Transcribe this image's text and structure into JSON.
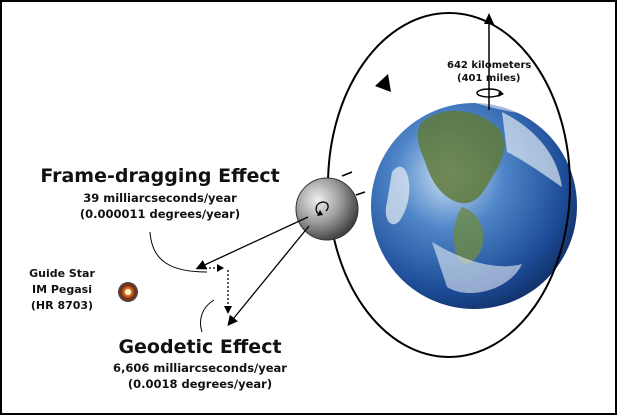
{
  "frame_dragging": {
    "title": "Frame-dragging Effect",
    "rate": "39 milliarcseconds/year",
    "rate_deg": "(0.000011 degrees/year)"
  },
  "geodetic": {
    "title": "Geodetic Effect",
    "rate": "6,606 milliarcseconds/year",
    "rate_deg": "(0.0018 degrees/year)"
  },
  "guide_star": {
    "line1": "Guide Star",
    "line2": "IM Pegasi",
    "line3": "(HR 8703)"
  },
  "orbit": {
    "altitude_km": "642 kilometers",
    "altitude_mi": "(401 miles)"
  },
  "colors": {
    "earth_ocean": "#1f4f9a",
    "earth_land": "#5a7a3a",
    "star": "#d04a1a",
    "satellite": "#8c8c8c"
  }
}
